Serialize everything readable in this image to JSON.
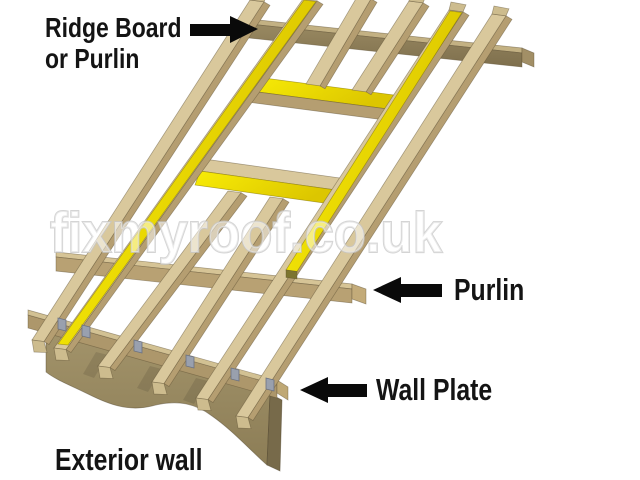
{
  "diagram": {
    "watermark": "fixmyroof.co.uk",
    "labels": {
      "ridge_line1": "Ridge Board",
      "ridge_line2": "or Purlin",
      "purlin": "Purlin",
      "wall_plate": "Wall Plate",
      "exterior_wall": "Exterior wall"
    },
    "colors": {
      "wood_top": "#d9c89c",
      "wood_side": "#b59e71",
      "wood_end": "#cdbc8e",
      "wood_edge": "#6e5f40",
      "ridge_top": "#c3b183",
      "ridge_side": "#8f805d",
      "ridge_end": "#a28f66",
      "purlin_top": "#d6c496",
      "purlin_side": "#b8a173",
      "purlin_end": "#c3ab79",
      "plate_top": "#d2c193",
      "plate_side": "#ad976b",
      "plate_end": "#bfa875",
      "highlight_yellow": "#f5e500",
      "highlight_yellow_dark": "#d9c300",
      "yellow_end_cap": "#7c7430",
      "wall": "#9c8c63",
      "wall_dark": "#8c7d56",
      "wall_side": "#776a4a",
      "strap": "#99a0ae",
      "strap_edge": "#6b7180",
      "arrow": "#0a0a0a",
      "label_text": "#141414",
      "watermark_fill": "#ffffff",
      "watermark_stroke": "#c5c5c5"
    }
  }
}
